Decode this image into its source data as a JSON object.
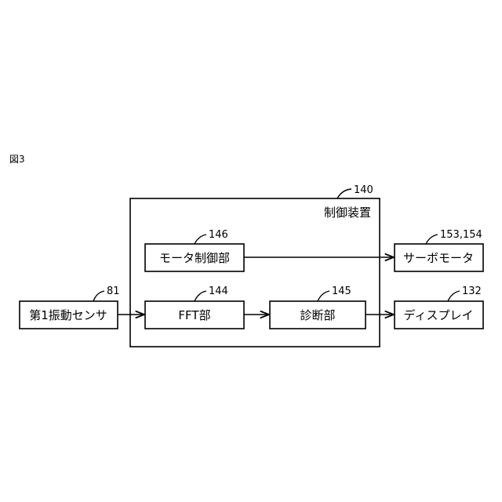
{
  "figure": {
    "label": "図3"
  },
  "controller": {
    "name": "制御装置",
    "ref": "140"
  },
  "blocks": {
    "motor_control": {
      "name": "モータ制御部",
      "ref": "146"
    },
    "fft": {
      "name": "FFT部",
      "ref": "144"
    },
    "diagnosis": {
      "name": "診断部",
      "ref": "145"
    },
    "sensor": {
      "name": "第1振動センサ",
      "ref": "81"
    },
    "servo_motor": {
      "name": "サーボモータ",
      "ref": "153,154"
    },
    "display": {
      "name": "ディスプレイ",
      "ref": "132"
    }
  },
  "connections": [
    {
      "from": "sensor",
      "to": "fft"
    },
    {
      "from": "fft",
      "to": "diagnosis"
    },
    {
      "from": "diagnosis",
      "to": "display"
    },
    {
      "from": "motor_control",
      "to": "servo_motor"
    }
  ]
}
